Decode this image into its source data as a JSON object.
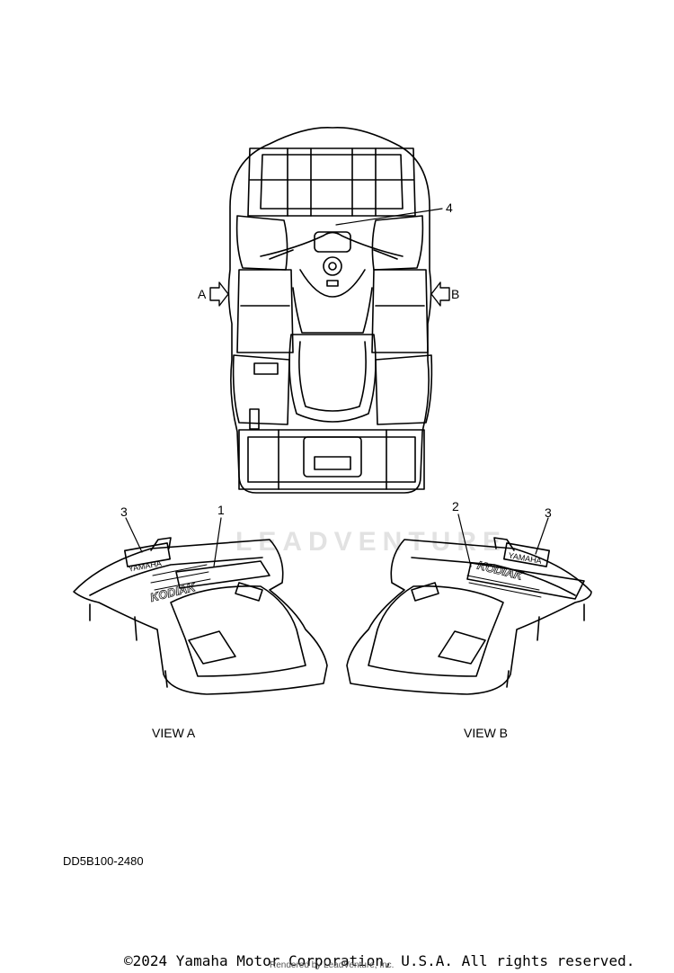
{
  "callouts": {
    "c1": "1",
    "c2": "2",
    "c3a": "3",
    "c3b": "3",
    "c4": "4"
  },
  "arrows": {
    "a": "A",
    "b": "B"
  },
  "views": {
    "a": "VIEW A",
    "b": "VIEW B"
  },
  "decal_text": {
    "brand": "YAMAHA",
    "model": "KODIAK"
  },
  "diagram_code": "DD5B100-2480",
  "watermark": "LEADVENTURE",
  "footer": {
    "copyright": "©2024 Yamaha Motor Corporation, U.S.A. All rights reserved.",
    "rendered": "Rendered by LeadVenture, Inc."
  }
}
